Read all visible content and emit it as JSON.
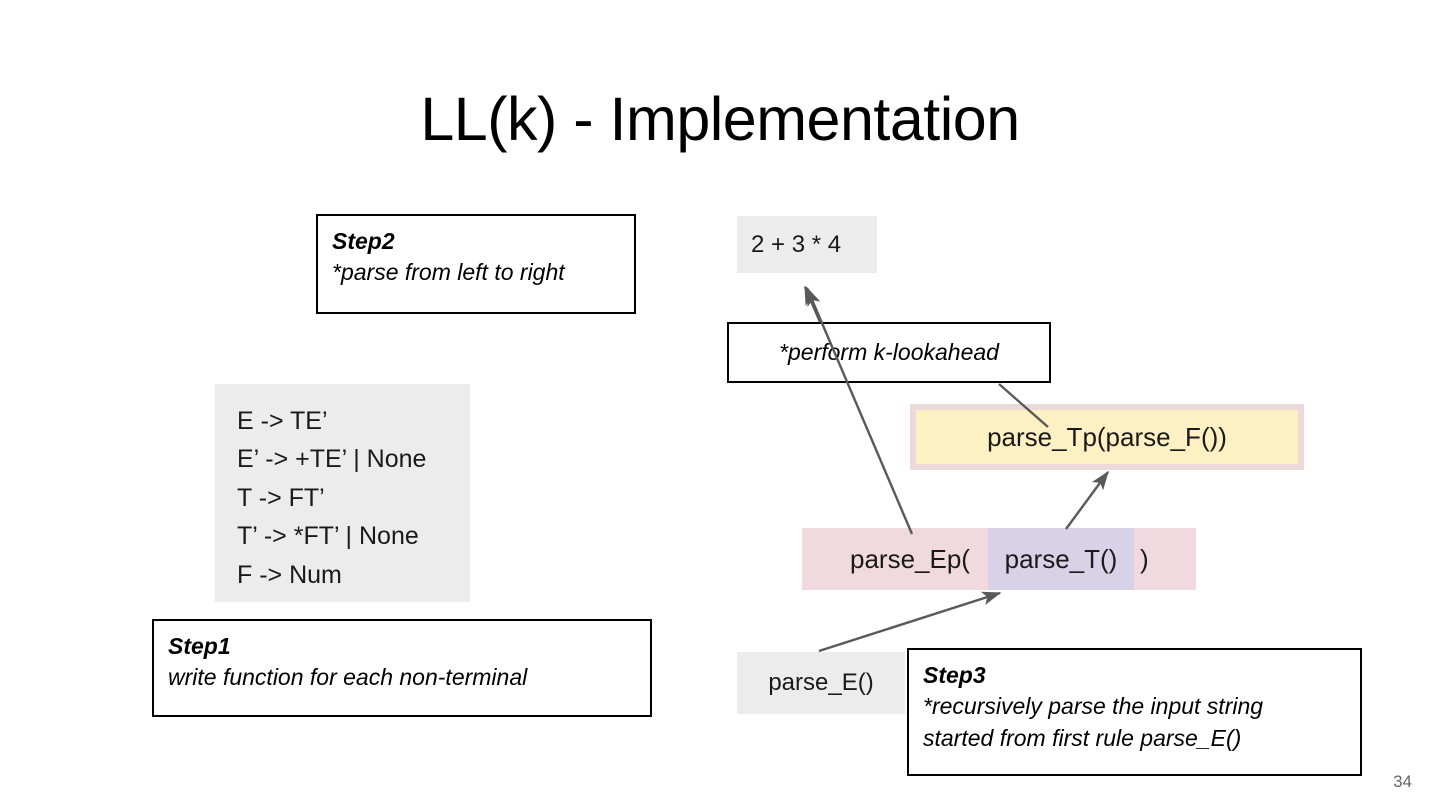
{
  "slide": {
    "title": "LL(k) - Implementation",
    "page_number": "34"
  },
  "steps": {
    "step1": {
      "heading": "Step1",
      "body_line1": "write function for each non-terminal"
    },
    "step2": {
      "heading": "Step2",
      "body_line1": "*parse from left to right"
    },
    "step3": {
      "heading": "Step3",
      "body_line1": "*recursively parse the input string",
      "body_line2": "started from first rule parse_E()"
    }
  },
  "grammar": {
    "rules": [
      "E -> TE’",
      "E’ -> +TE’ | None",
      "T -> FT’",
      "T’ -> *FT’ | None",
      "F -> Num"
    ]
  },
  "flow": {
    "input_string": "2 + 3 * 4",
    "lookahead_note": "*perform k-lookahead",
    "parse_tp": "parse_Tp(parse_F())",
    "parse_ep_prefix": "parse_Ep(",
    "parse_t": "parse_T()",
    "parse_ep_suffix": ")",
    "parse_e": "parse_E()"
  },
  "colors": {
    "gray_fill": "#ececec",
    "yellow_fill": "#fdf0c2",
    "yellow_border": "#ecd9da",
    "pink_fill": "#f1d9e0",
    "purple_fill": "#d7d2e7",
    "arrow_stroke": "#595959",
    "text": "#000000"
  }
}
